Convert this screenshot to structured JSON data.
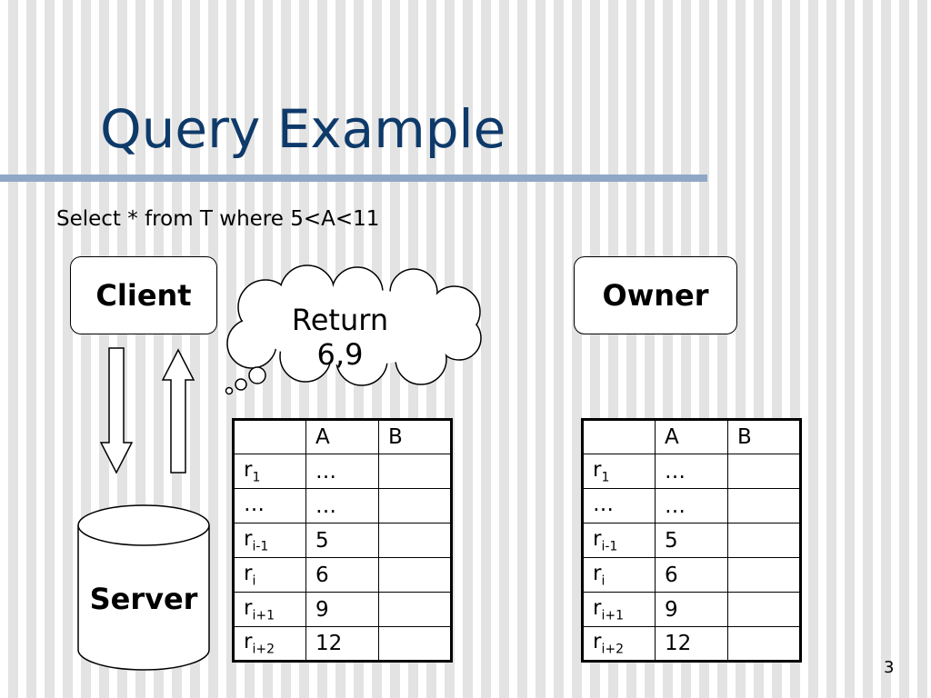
{
  "slide": {
    "title": "Query Example",
    "query": "Select * from T where 5<A<11",
    "page_number": "3"
  },
  "diagram": {
    "client_label": "Client",
    "owner_label": "Owner",
    "server_label": "Server",
    "bubble_line1": "Return",
    "bubble_line2": "6,9"
  },
  "tables": {
    "headers": [
      "",
      "A",
      "B"
    ],
    "rows": [
      {
        "r": "r",
        "sub": "1",
        "a": "…",
        "b": ""
      },
      {
        "r": "…",
        "sub": "",
        "a": "…",
        "b": ""
      },
      {
        "r": "r",
        "sub": "i-1",
        "a": "5",
        "b": ""
      },
      {
        "r": "r",
        "sub": "i",
        "a": "6",
        "b": ""
      },
      {
        "r": "r",
        "sub": "i+1",
        "a": "9",
        "b": ""
      },
      {
        "r": "r",
        "sub": "i+2",
        "a": "12",
        "b": ""
      }
    ]
  },
  "colors": {
    "title": "#0e3a6a",
    "title_rule": "#90a8c6"
  }
}
